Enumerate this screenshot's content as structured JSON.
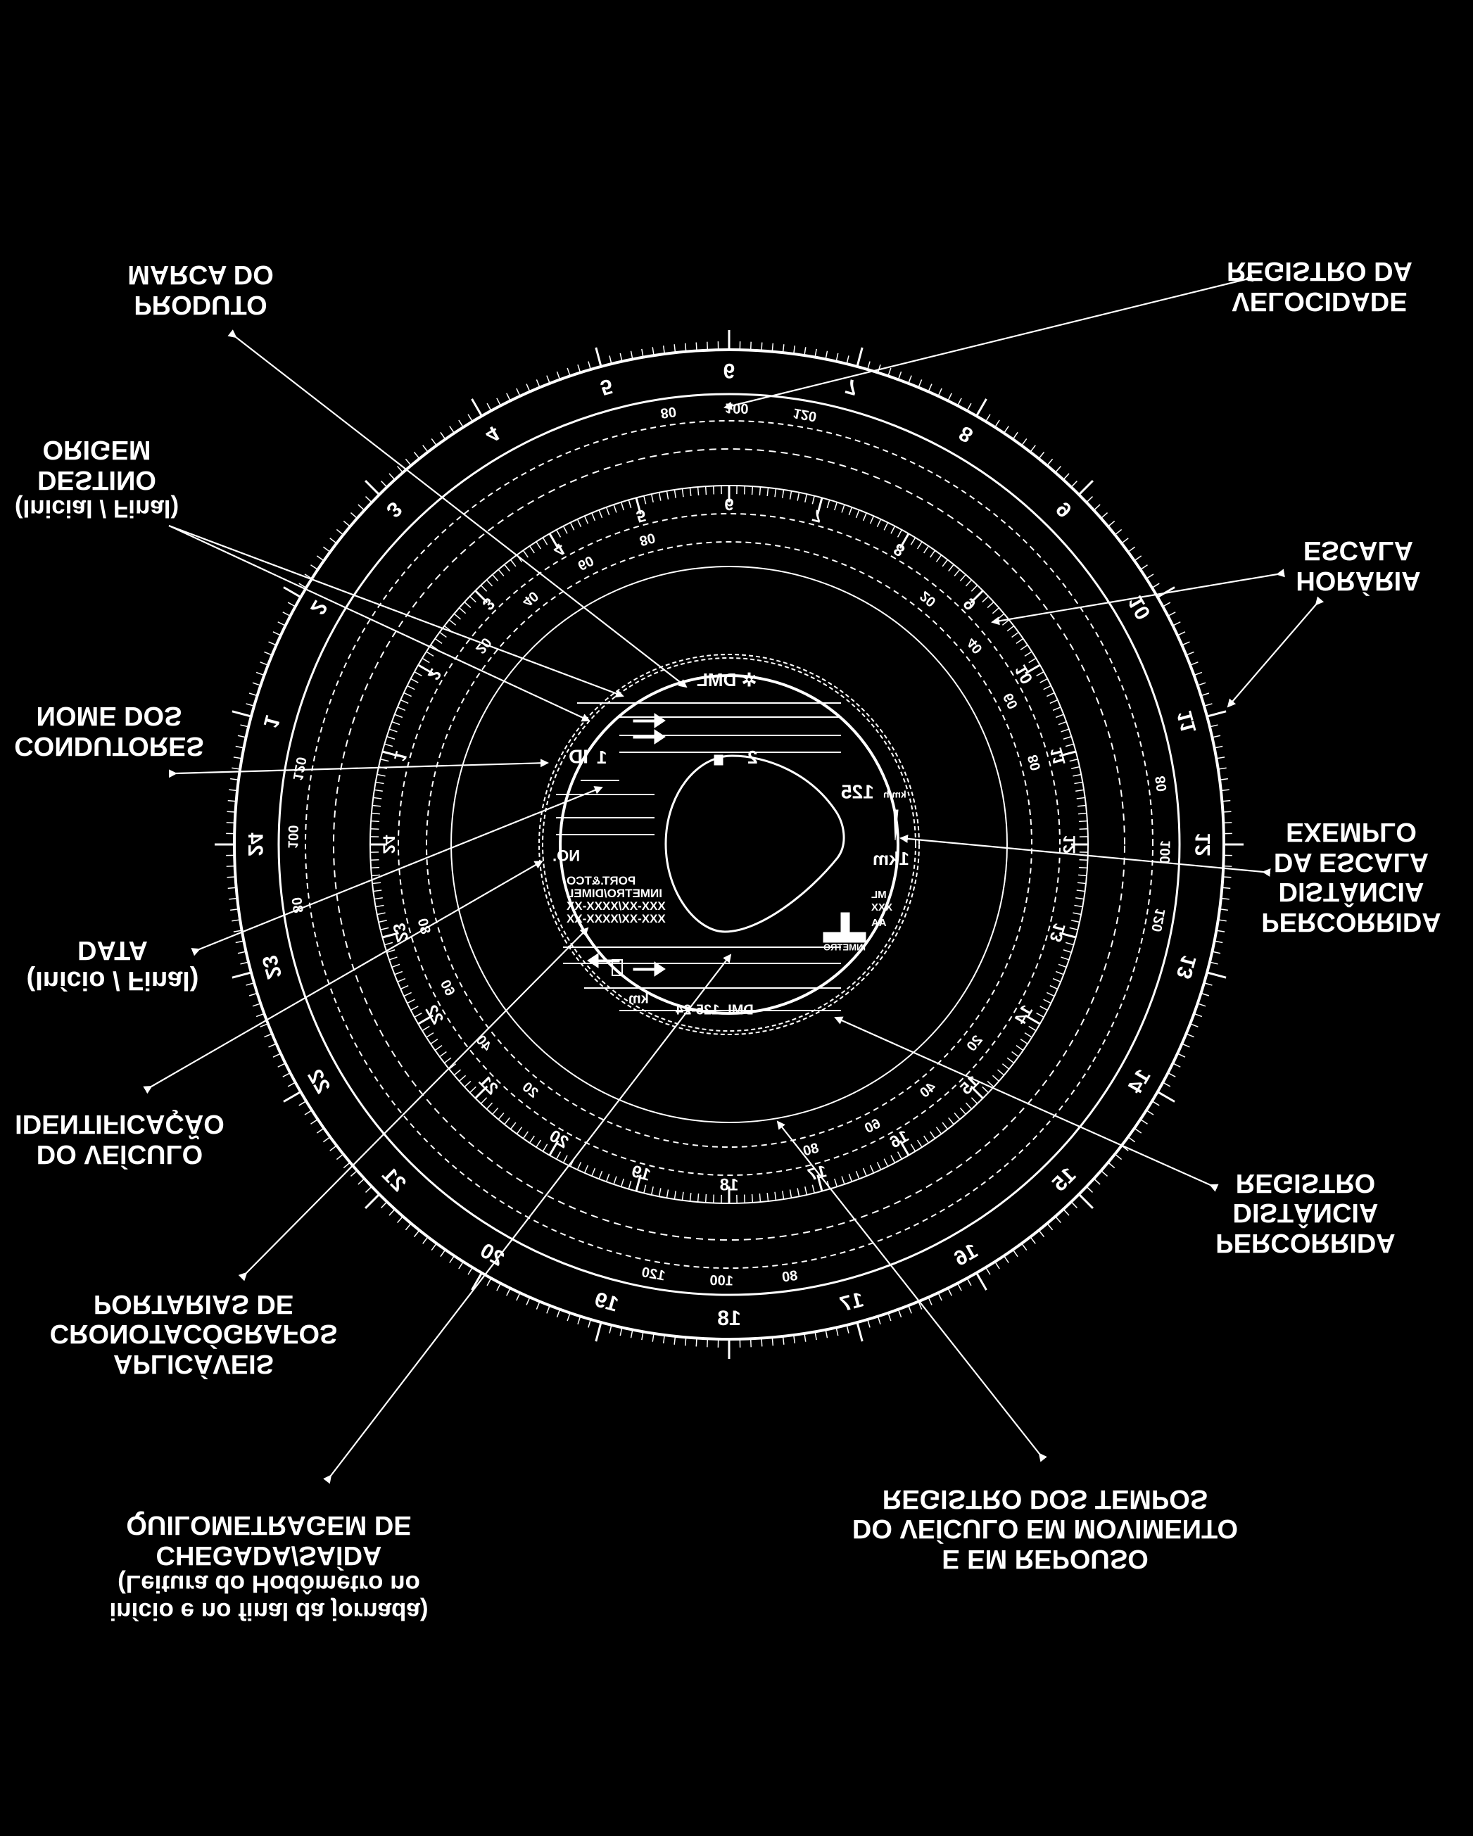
{
  "colors": {
    "background": "#000000",
    "foreground": "#ffffff"
  },
  "callouts": {
    "quilometragem": [
      "QUILOMETRAGEM DE",
      "CHEGADA/SAÍDA",
      "(Leitura do Hodômetro no",
      "início e no final da jornada)"
    ],
    "registro_tempos": [
      "REGISTRO DOS TEMPOS",
      "DO VEÍCULO EM MOVIMENTO",
      "E EM REPOUSO"
    ],
    "portarias": [
      "PORTARIAS DE",
      "CRONOTACÓGRAFOS",
      "APLICÁVEIS"
    ],
    "registro_distancia": [
      "REGISTRO",
      "DISTÂNCIA",
      "PERCORRIDA"
    ],
    "identificacao": [
      "IDENTIFICAÇÃO",
      "DO VEÍCULO"
    ],
    "data": [
      "DATA",
      "(Início / Final)"
    ],
    "exemplo_escala": [
      "EXEMPLO",
      "DA ESCALA",
      "DISTÂNCIA",
      "PERCORRIDA"
    ],
    "condutores": [
      "NOME DOS",
      "CONDUTORES"
    ],
    "escala_horaria": [
      "ESCALA",
      "HORÁRIA"
    ],
    "origem_destino": [
      "ORIGEM",
      "DESTINO",
      "(Inicial / Final)"
    ],
    "marca_produto": [
      "MARCA DO",
      "PRODUTO"
    ],
    "registro_velocidade": [
      "REGISTRO DA",
      "VELOCIDADE"
    ]
  },
  "disc": {
    "outer_hour_labels": [
      "18",
      "17",
      "16",
      "15",
      "14",
      "13",
      "12",
      "11",
      "10",
      "9",
      "8",
      "7",
      "6",
      "5",
      "4",
      "3",
      "2",
      "1",
      "24",
      "23",
      "22",
      "21",
      "20",
      "19"
    ],
    "inner_hour_labels": [
      "18",
      "17",
      "16",
      "15",
      "14",
      "13",
      "12",
      "11",
      "10",
      "9",
      "8",
      "7",
      "6",
      "5",
      "4",
      "3",
      "2",
      "1",
      "24",
      "23",
      "22",
      "21",
      "20",
      "19"
    ],
    "speed_labels_outer": [
      "120",
      "100",
      "80"
    ],
    "speed_labels_mid": [
      "80",
      "60",
      "40",
      "20"
    ],
    "center": {
      "model": "DML 125-24",
      "km_unit": "km",
      "km_scale_example": "1km",
      "speed_max": "125",
      "speed_unit": "km/h",
      "portaria_title": "PORT.&TCO",
      "portaria_line1": "INMETRO/DIMEL",
      "portaria_line2": "XXX-XX/XXXX-XX",
      "portaria_line3": "XXX-XX/XXXX-XX",
      "inmetro": "INMETRO",
      "inmetro_year": "AA",
      "inmetro_code": "ML",
      "inmetro_num": "XXX",
      "number_label": "NO.",
      "id_label": "ID",
      "driver_slot_1": "1",
      "driver_slot_2": "2",
      "brand": "DML"
    }
  }
}
